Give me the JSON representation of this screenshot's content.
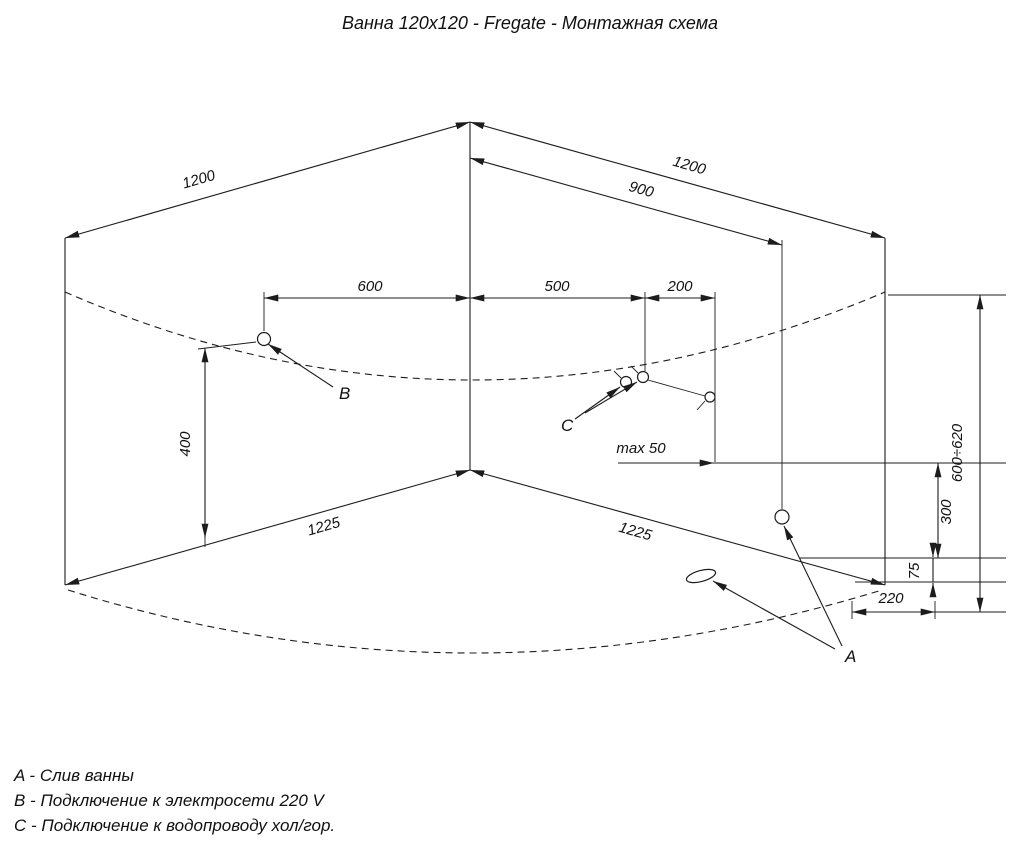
{
  "title": "Ванна 120x120 - Fregate - Монтажная схема",
  "dimensions": {
    "wall_left": "1200",
    "wall_right": "1200",
    "offset_900": "900",
    "offset_600": "600",
    "offset_500": "500",
    "offset_200": "200",
    "height_400": "400",
    "max_gap": "max 50",
    "bath_edge_left": "1225",
    "bath_edge_right": "1225",
    "rim_height": "600÷620",
    "height_300": "300",
    "height_75": "75",
    "offset_220": "220"
  },
  "callouts": {
    "a": "A",
    "b": "B",
    "c": "C"
  },
  "legend": {
    "a": "A - Слив ванны",
    "b": "B - Подключение к электросети 220 V",
    "c": "C - Подключение к водопроводу хол/гор."
  },
  "colors": {
    "line": "#1c1c1c",
    "background": "#ffffff"
  }
}
